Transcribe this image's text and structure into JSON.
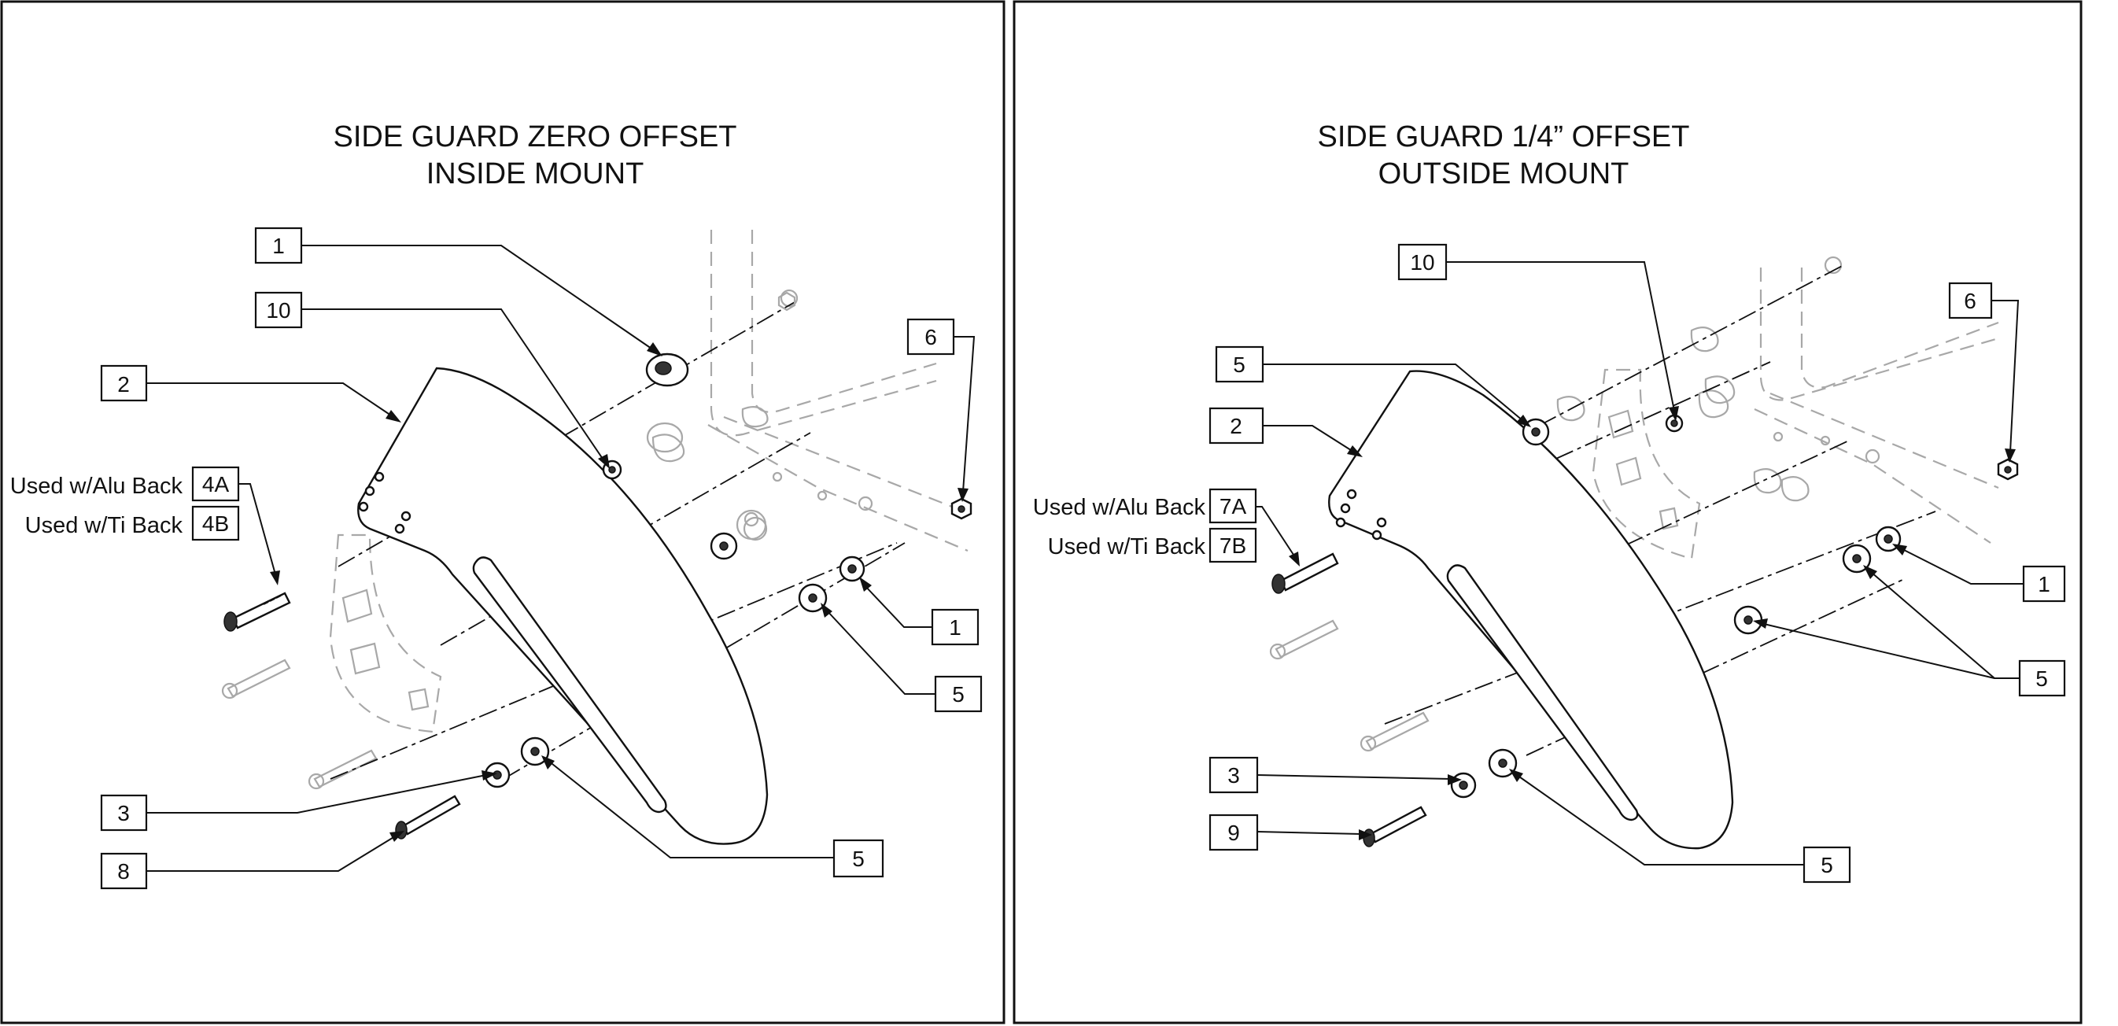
{
  "panels": [
    {
      "title_line1": "SIDE GUARD ZERO OFFSET",
      "title_line2": "INSIDE MOUNT",
      "callouts": {
        "c1_top": "1",
        "c10": "10",
        "c2": "2",
        "c4a": "4A",
        "c4b": "4B",
        "c6": "6",
        "c1_right": "1",
        "c5_right": "5",
        "c3": "3",
        "c8": "8",
        "c5_bottom": "5"
      },
      "notes": {
        "alu": "Used w/Alu Back",
        "ti": "Used w/Ti Back"
      }
    },
    {
      "title_line1": "SIDE GUARD 1/4” OFFSET",
      "title_line2": "OUTSIDE MOUNT",
      "callouts": {
        "c10": "10",
        "c5_top": "5",
        "c2": "2",
        "c7a": "7A",
        "c7b": "7B",
        "c6": "6",
        "c1_right": "1",
        "c5_right": "5",
        "c3": "3",
        "c9": "9",
        "c5_bottom": "5"
      },
      "notes": {
        "alu": "Used w/Alu Back",
        "ti": "Used w/Ti Back"
      }
    }
  ]
}
